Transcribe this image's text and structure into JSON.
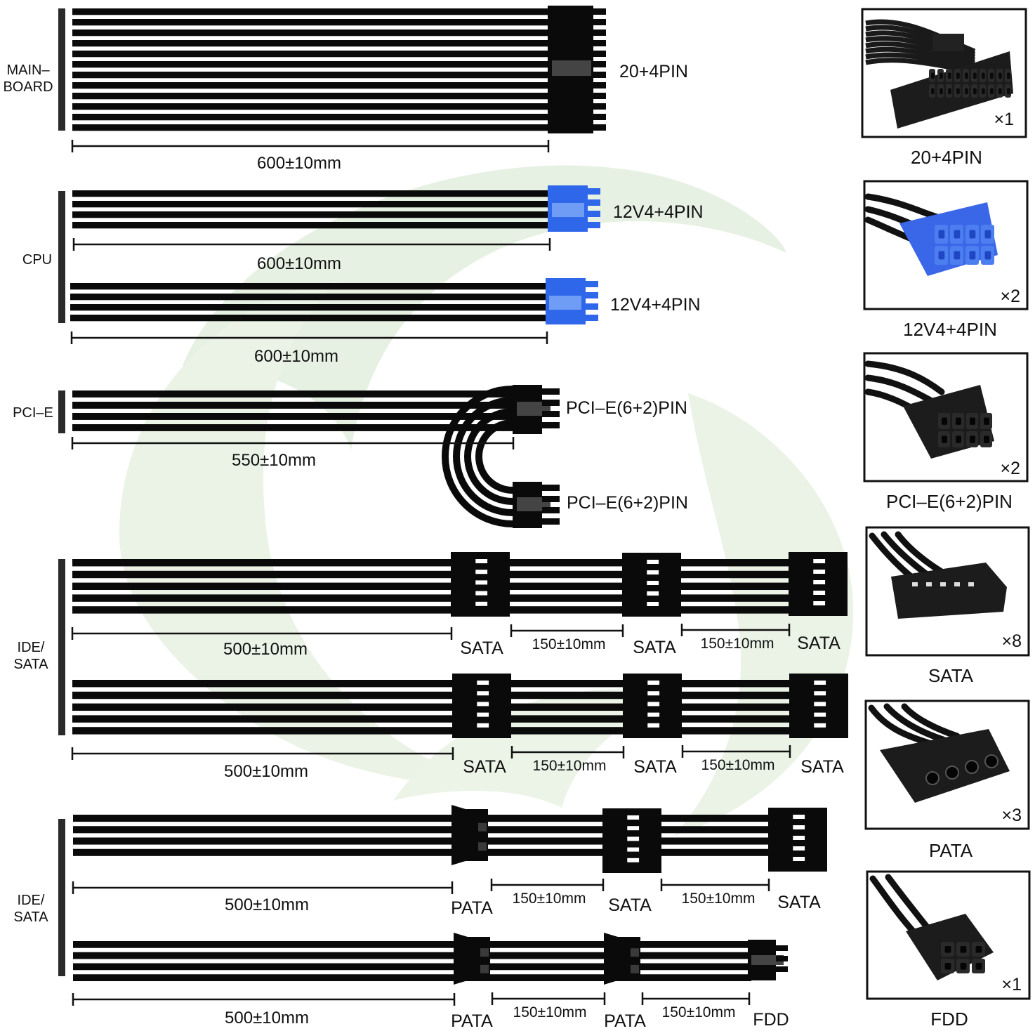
{
  "colors": {
    "cable": "#0a0a0a",
    "cpu_connector": "#2f67ea",
    "cpu_connector_light": "#6f9cf5",
    "watermark": "#e6f0e1",
    "gap": "#ffffff"
  },
  "groups": {
    "mainboard": "MAIN–\nBOARD",
    "cpu": "CPU",
    "pcie": "PCI–E",
    "ide_sata_1": "IDE/\nSATA",
    "ide_sata_2": "IDE/\nSATA"
  },
  "cables": {
    "mainboard": {
      "connector": "20+4PIN",
      "length": "600±10mm"
    },
    "cpu_1": {
      "connector": "12V4+4PIN",
      "length": "600±10mm"
    },
    "cpu_2": {
      "connector": "12V4+4PIN",
      "length": "600±10mm"
    },
    "pcie": {
      "connector_1": "PCI–E(6+2)PIN",
      "connector_2": "PCI–E(6+2)PIN",
      "length": "550±10mm"
    },
    "sata_1": {
      "length_main": "500±10mm",
      "length_seg1": "150±10mm",
      "length_seg2": "150±10mm",
      "conn_1": "SATA",
      "conn_2": "SATA",
      "conn_3": "SATA"
    },
    "sata_2": {
      "length_main": "500±10mm",
      "length_seg1": "150±10mm",
      "length_seg2": "150±10mm",
      "conn_1": "SATA",
      "conn_2": "SATA",
      "conn_3": "SATA"
    },
    "mixed": {
      "length_main": "500±10mm",
      "length_seg1": "150±10mm",
      "length_seg2": "150±10mm",
      "conn_1": "PATA",
      "conn_2": "SATA",
      "conn_3": "SATA"
    },
    "pata_fdd": {
      "length_main": "500±10mm",
      "length_seg1": "150±10mm",
      "length_seg2": "150±10mm",
      "conn_1": "PATA",
      "conn_2": "PATA",
      "conn_3": "FDD"
    }
  },
  "connector_cards": [
    {
      "icon": "atx-24pin-connector-icon",
      "quantity": "×1",
      "caption": "20+4PIN"
    },
    {
      "icon": "eps-8pin-blue-connector-icon",
      "quantity": "×2",
      "caption": "12V4+4PIN"
    },
    {
      "icon": "pcie-8pin-connector-icon",
      "quantity": "×2",
      "caption": "PCI–E(6+2)PIN"
    },
    {
      "icon": "sata-power-connector-icon",
      "quantity": "×8",
      "caption": "SATA"
    },
    {
      "icon": "molex-4pin-connector-icon",
      "quantity": "×3",
      "caption": "PATA"
    },
    {
      "icon": "fdd-connector-icon",
      "quantity": "×1",
      "caption": "FDD"
    }
  ]
}
